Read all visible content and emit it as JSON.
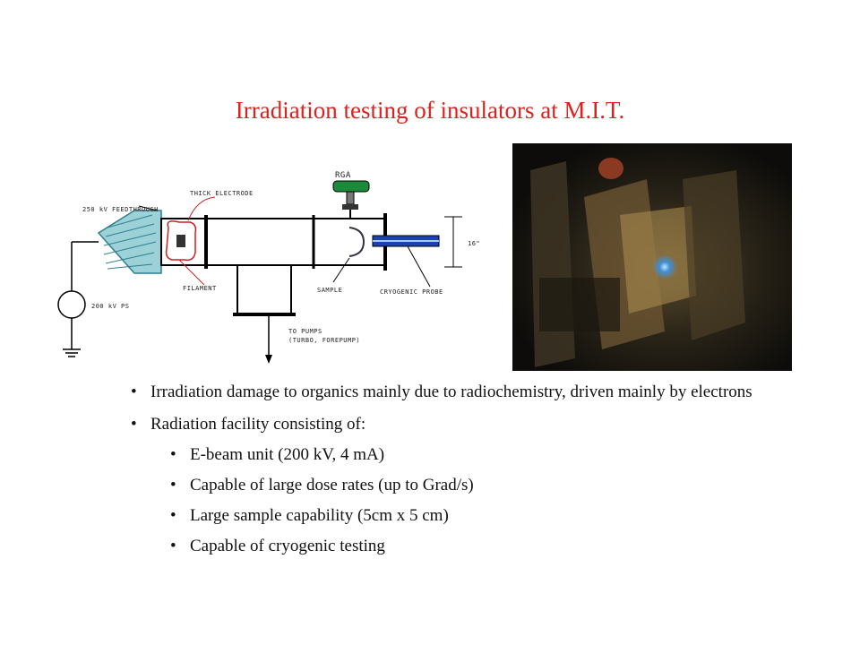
{
  "slide": {
    "title": "Irradiation testing of insulators at M.I.T."
  },
  "diagram": {
    "labels": {
      "feedthrough": "250 kV FEEDTHROUGH",
      "electrode": "THICK ELECTRODE",
      "rga": "RGA",
      "dimension": "16\"",
      "power_supply": "200 kV PS",
      "filament": "FILAMENT",
      "sample": "SAMPLE",
      "cryogenic_probe": "CRYOGENIC PROBE",
      "pumps": "TO PUMPS",
      "pumps_detail": "(TURBO, FOREPUMP)"
    }
  },
  "bullets": [
    {
      "text": "Irradiation damage to organics mainly due to radiochemistry, driven mainly by electrons"
    },
    {
      "text": "Radiation facility consisting of:"
    }
  ],
  "sub_bullets": [
    {
      "text": "E-beam unit (200 kV, 4 mA)"
    },
    {
      "text": "Capable of large dose rates (up to Grad/s)"
    },
    {
      "text": "Large sample capability (5cm x 5 cm)"
    },
    {
      "text": "Capable of cryogenic testing"
    }
  ]
}
